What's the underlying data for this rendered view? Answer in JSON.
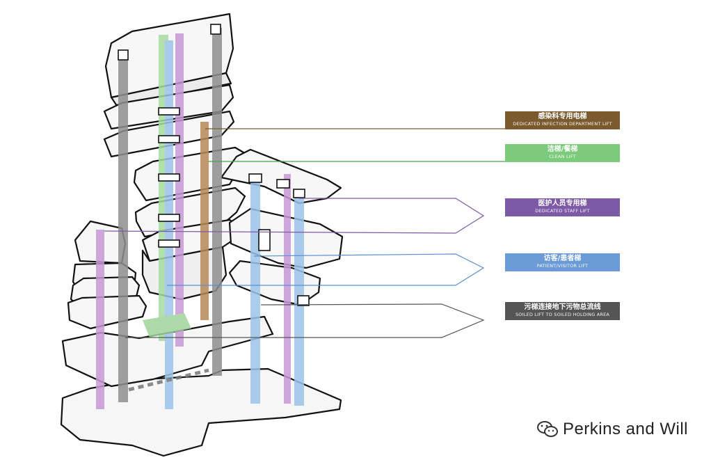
{
  "legend": [
    {
      "cn": "感染科专用电梯",
      "en": "DEDICATED INFECTION DEPARTMENT LIFT",
      "color": "#7a5a2e"
    },
    {
      "cn": "洁梯/餐梯",
      "en": "CLEAN LIFT",
      "color": "#7ccb7c"
    },
    {
      "cn": "医护人员专用梯",
      "en": "DEDICATED STAFF LIFT",
      "color": "#7d5aa6"
    },
    {
      "cn": "访客/患者梯",
      "en": "PATIENT/VISITOR LIFT",
      "color": "#6a9bd6"
    },
    {
      "cn": "污梯连接地下污物总流线",
      "en": "SOILED LIFT TO SOILED HOLDING AREA",
      "color": "#555555"
    }
  ],
  "credit": {
    "text": "Perkins and Will",
    "icon": "wechat-icon"
  },
  "colors": {
    "shaft_brown": "#b8895a",
    "shaft_green": "#a6dba0",
    "shaft_purple": "#c89ad6",
    "shaft_blue": "#9cc4ea",
    "shaft_grey": "#9a9a9a"
  }
}
